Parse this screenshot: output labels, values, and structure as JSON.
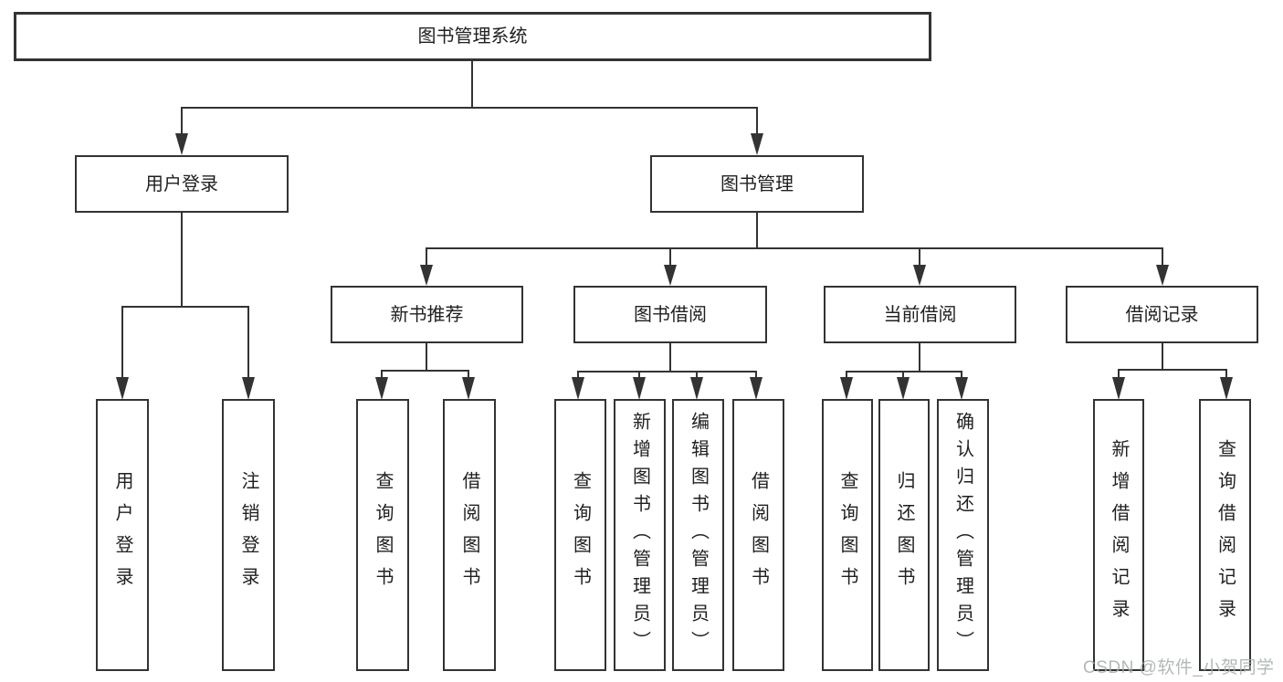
{
  "diagram": {
    "tree": {
      "root": {
        "label": "图书管理系统",
        "children": [
          {
            "label": "用户登录",
            "children": [
              {
                "label": "用户登录"
              },
              {
                "label": "注销登录"
              }
            ]
          },
          {
            "label": "图书管理",
            "children": [
              {
                "label": "新书推荐",
                "children": [
                  {
                    "label": "查询图书"
                  },
                  {
                    "label": "借阅图书"
                  }
                ]
              },
              {
                "label": "图书借阅",
                "children": [
                  {
                    "label": "查询图书"
                  },
                  {
                    "label": "新增图书（管理员）"
                  },
                  {
                    "label": "编辑图书（管理员）"
                  },
                  {
                    "label": "借阅图书"
                  }
                ]
              },
              {
                "label": "当前借阅",
                "children": [
                  {
                    "label": "查询图书"
                  },
                  {
                    "label": "归还图书"
                  },
                  {
                    "label": "确认归还（管理员）"
                  }
                ]
              },
              {
                "label": "借阅记录",
                "children": [
                  {
                    "label": "新增借阅记录"
                  },
                  {
                    "label": "查询借阅记录"
                  }
                ]
              }
            ]
          }
        ]
      }
    },
    "colors": {
      "line": "#333333",
      "text": "#1f1f1f",
      "background": "#ffffff",
      "watermark": "#a5acac"
    }
  },
  "watermark": {
    "text": "CSDN @软件_小贺同学"
  }
}
